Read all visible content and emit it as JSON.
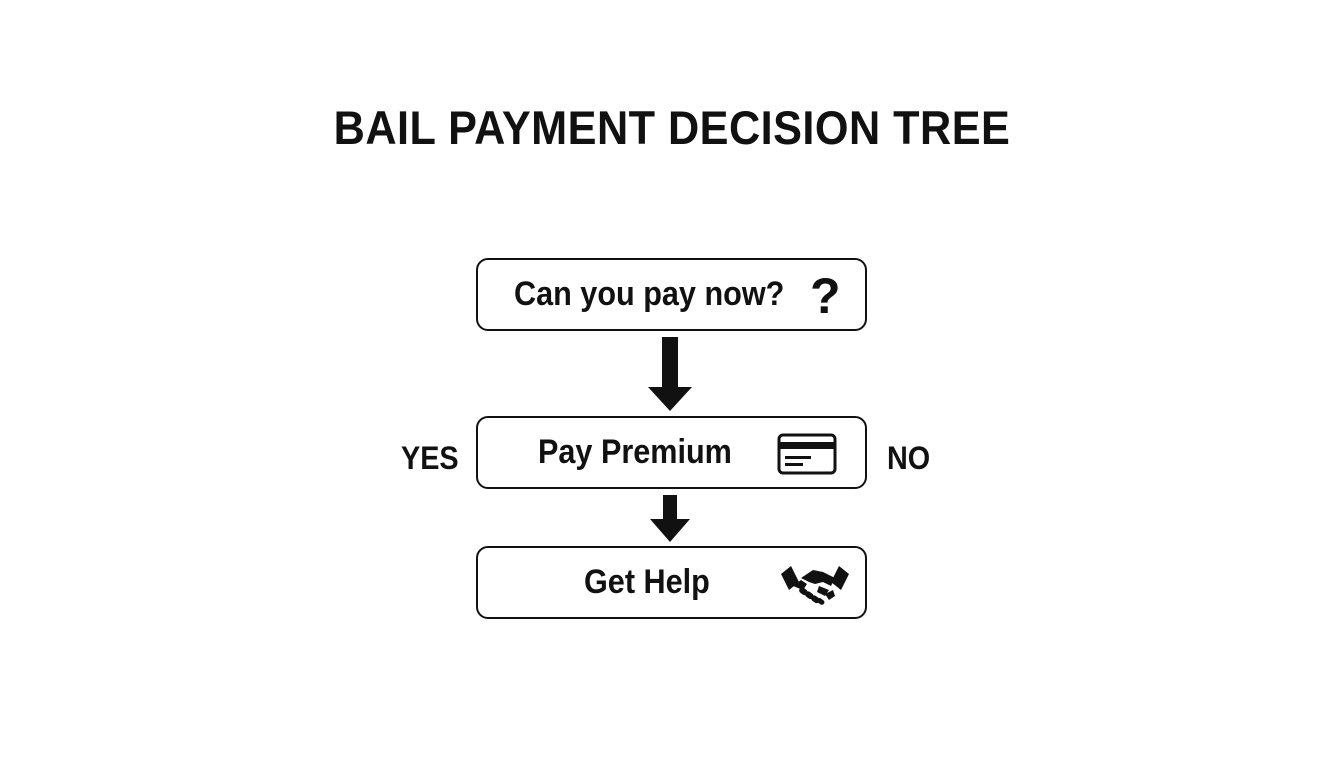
{
  "title": "BAIL PAYMENT DECISION TREE",
  "nodes": {
    "question": {
      "label": "Can you pay now?",
      "icon": "question-mark-icon",
      "icon_glyph": "?"
    },
    "premium": {
      "label": "Pay Premium",
      "icon": "credit-card-icon"
    },
    "help": {
      "label": "Get Help",
      "icon": "handshake-icon"
    }
  },
  "branches": {
    "yes": "YES",
    "no": "NO"
  },
  "colors": {
    "ink": "#111111",
    "background": "#ffffff"
  }
}
